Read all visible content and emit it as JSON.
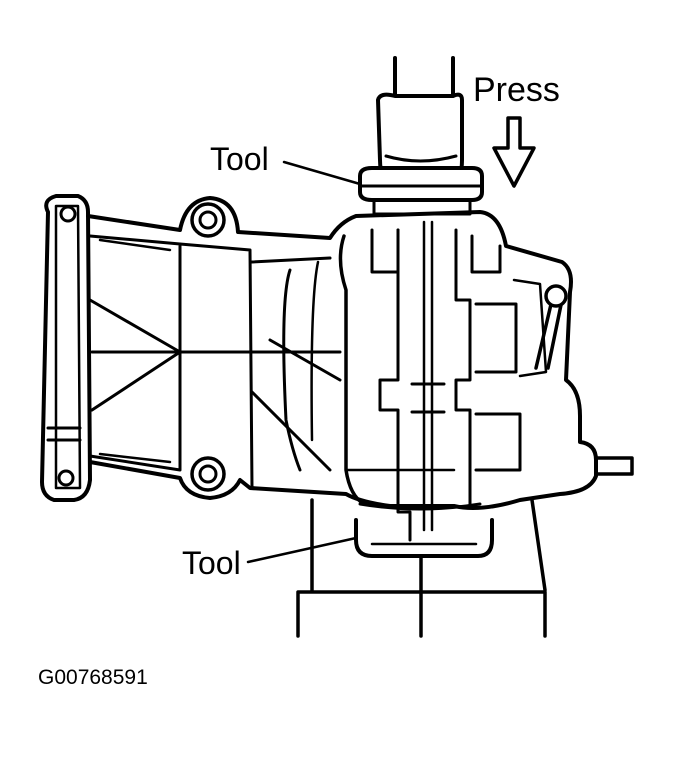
{
  "labels": {
    "press": "Press",
    "tool_top": "Tool",
    "tool_bottom": "Tool",
    "figure_id": "G00768591"
  },
  "colors": {
    "ink": "#000000",
    "paper": "#ffffff"
  }
}
